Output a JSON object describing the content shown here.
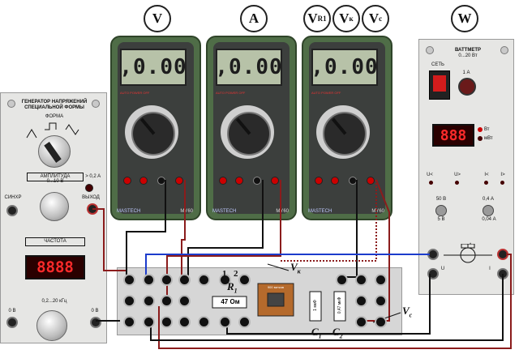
{
  "indicators": {
    "voltmeter": "V",
    "ammeter": "A",
    "vr1": {
      "base": "V",
      "sub": "R1"
    },
    "vk": {
      "base": "V",
      "sub": "к"
    },
    "vc": {
      "base": "V",
      "sub": "c"
    },
    "wattmeter": "W"
  },
  "multimeters": [
    {
      "display": ",0.00",
      "auto_power": "AUTO POWER OFF",
      "brand": "MASTECH",
      "model": "MY60"
    },
    {
      "display": ",0.00",
      "auto_power": "AUTO POWER OFF",
      "brand": "MASTECH",
      "model": "MY60"
    },
    {
      "display": ",0.00",
      "auto_power": "AUTO POWER OFF",
      "brand": "MASTECH",
      "model": "MY60"
    }
  ],
  "generator": {
    "title_line1": "ГЕНЕРАТОР НАПРЯЖЕНИЙ",
    "title_line2": "СПЕЦИАЛЬНОЙ ФОРМЫ",
    "form_label": "ФОРМА",
    "amplitude_label": "АМПЛИТУДА",
    "amplitude_range": "0...10 В",
    "sync_label": "СИНХР",
    "output_label": "ВЫХОД",
    "current_limit": "I > 0,2 A",
    "frequency_label": "ЧАСТОТА",
    "frequency_display": "8888",
    "frequency_range": "0,2...20 кГц",
    "ground_left": "0 В",
    "ground_right": "0 В"
  },
  "wattmeter_panel": {
    "title": "ВАТТМЕТР",
    "range": "0...20 Вт",
    "network_label": "СЕТЬ",
    "fuse_label": "1 А",
    "display": "888",
    "unit_w": "Вт",
    "unit_mw": "мВт",
    "u_label": "U<",
    "u_label2": "U>",
    "i_label": "I<",
    "i_label2": "I>",
    "voltage_high": "50 В",
    "voltage_low": "5 В",
    "current_high": "0,4 А",
    "current_low": "0,04 А",
    "terminal_u": "U",
    "terminal_i": "I",
    "terminal_star": "*"
  },
  "circuit": {
    "node_1": "1",
    "node_2": "2",
    "r1_label": "R",
    "r1_sub": "1",
    "resistor_value": "47 Ом",
    "coil_label": "900 витков",
    "cap1_value": "1 мкФ",
    "cap2_value": "0,47 мкФ",
    "c1_label": "C",
    "c1_sub": "1",
    "c2_label": "C",
    "c2_sub": "2",
    "vk_label": "V",
    "vk_sub": "к",
    "vc_label": "V",
    "vc_sub": "c"
  }
}
